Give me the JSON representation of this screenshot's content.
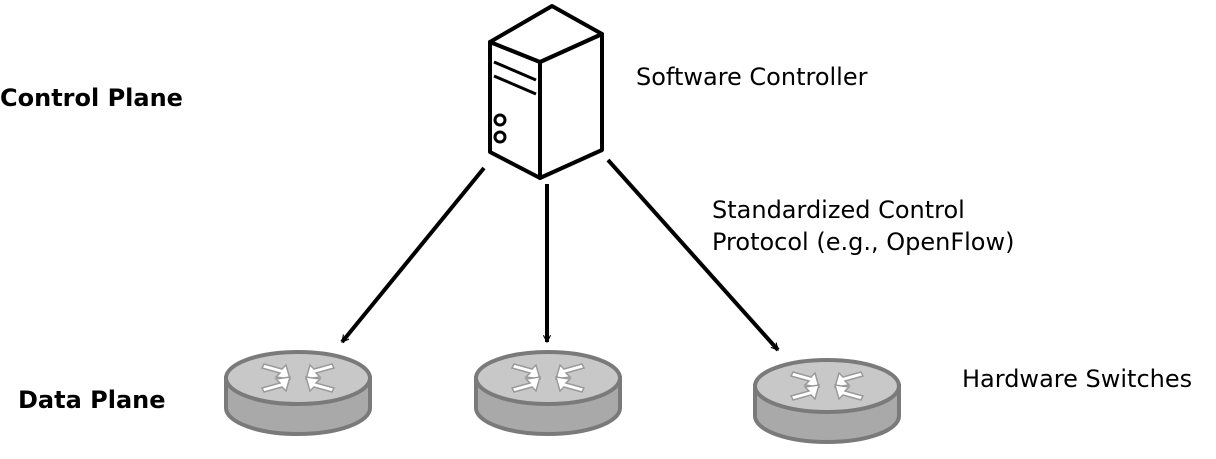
{
  "planes": {
    "control": "Control Plane",
    "data": "Data Plane"
  },
  "controller": {
    "label": "Software Controller",
    "icon": "server-tower-icon"
  },
  "protocol": {
    "line1": "Standardized Control",
    "line2": "Protocol (e.g., OpenFlow)"
  },
  "switches": {
    "label": "Hardware Switches",
    "icon": "router-icon",
    "count": 3
  },
  "colors": {
    "switch_top": "#c8c8c8",
    "switch_side": "#a9a9a9",
    "switch_stroke": "#7a7a7a",
    "arrow": "#000000"
  }
}
